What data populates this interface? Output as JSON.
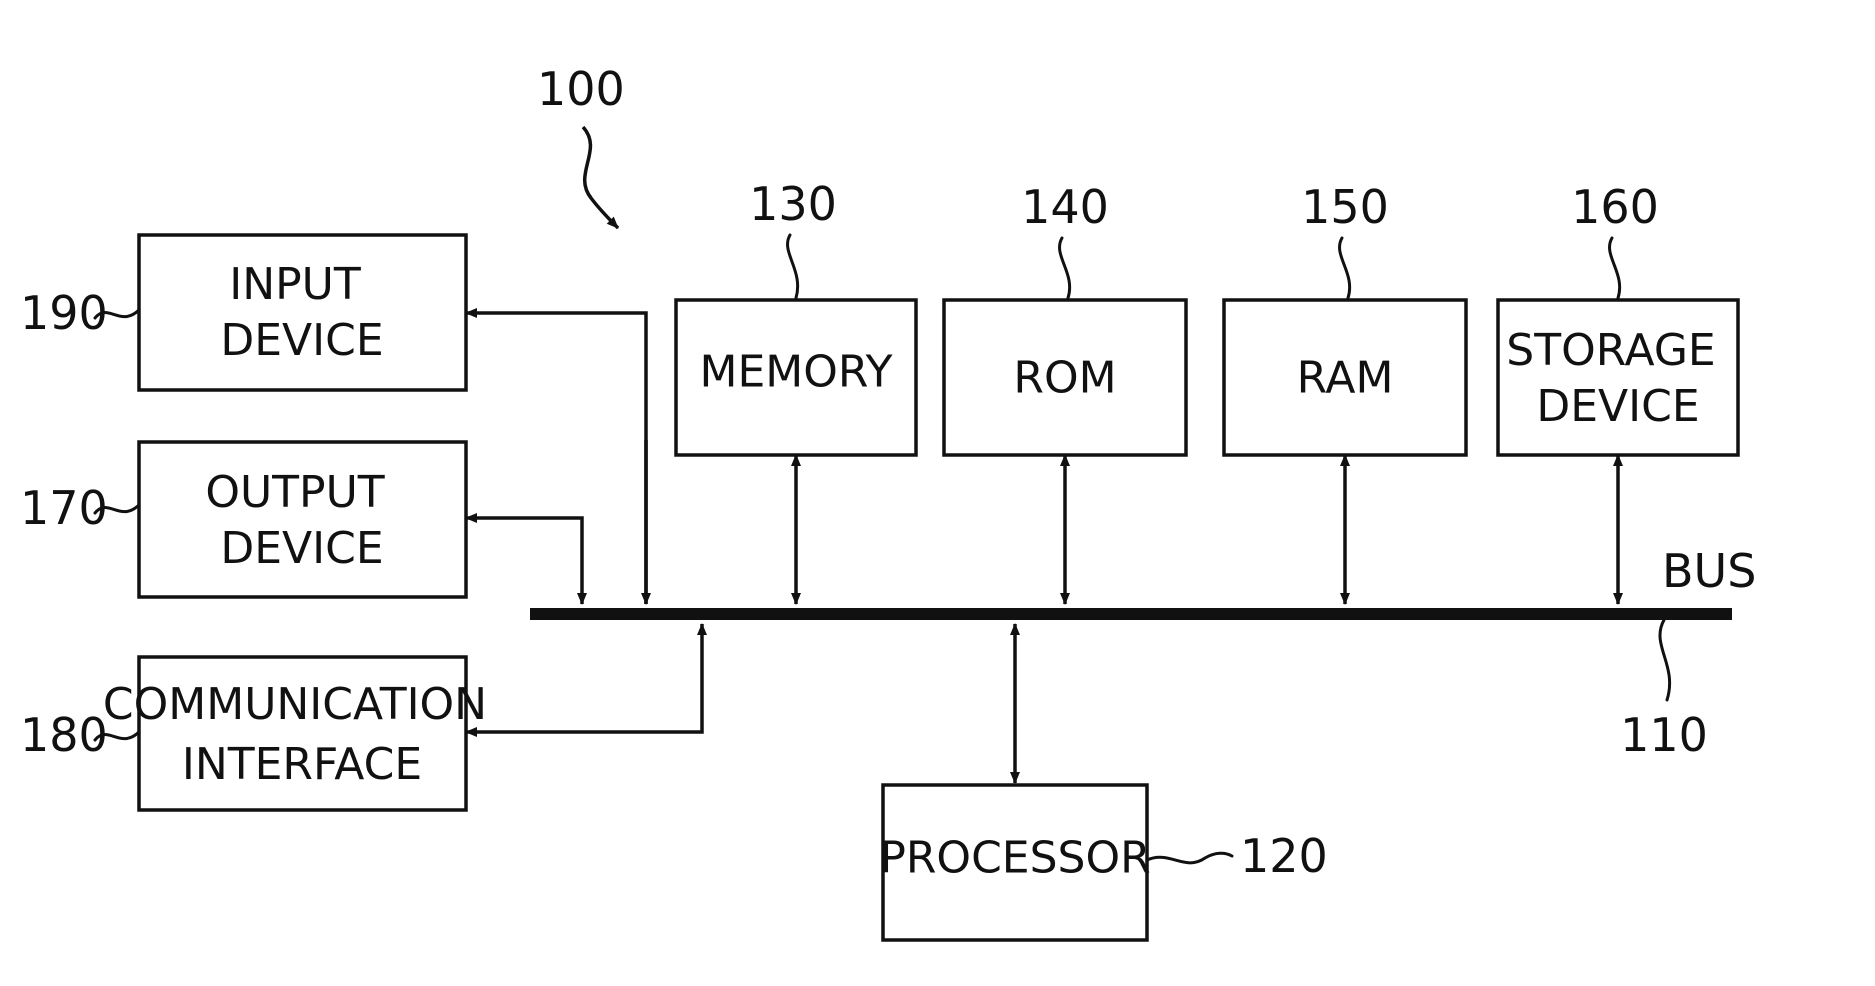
{
  "figure_ref": "100",
  "bus": {
    "label": "BUS",
    "ref": "110"
  },
  "components": {
    "processor": {
      "ref": "120",
      "lines": [
        "PROCESSOR"
      ]
    },
    "memory": {
      "ref": "130",
      "lines": [
        "MEMORY"
      ]
    },
    "rom": {
      "ref": "140",
      "lines": [
        "ROM"
      ]
    },
    "ram": {
      "ref": "150",
      "lines": [
        "RAM"
      ]
    },
    "storage": {
      "ref": "160",
      "lines": [
        "STORAGE",
        "DEVICE"
      ]
    },
    "output": {
      "ref": "170",
      "lines": [
        "OUTPUT",
        "DEVICE"
      ]
    },
    "comm": {
      "ref": "180",
      "lines": [
        "COMMUNICATION",
        "INTERFACE"
      ]
    },
    "input": {
      "ref": "190",
      "lines": [
        "INPUT",
        "DEVICE"
      ]
    }
  }
}
